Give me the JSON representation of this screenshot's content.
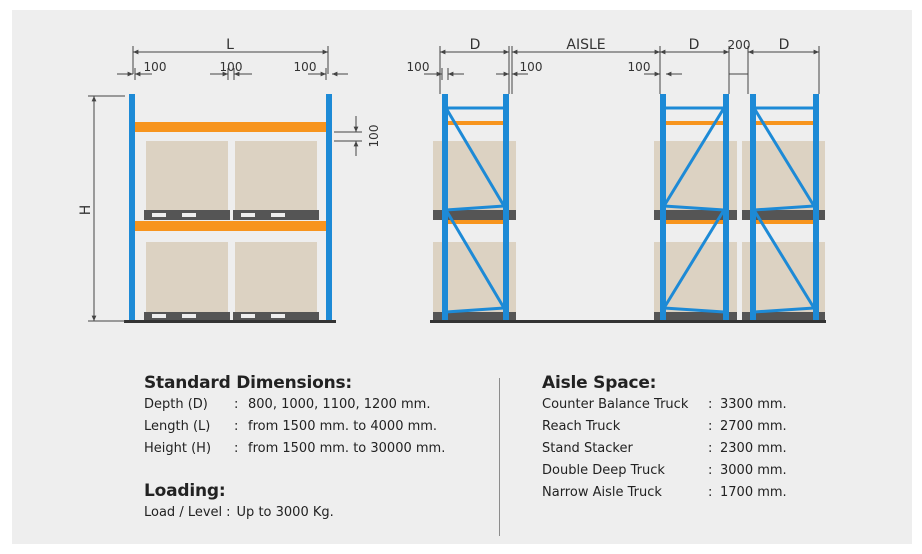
{
  "diagram": {
    "front_view": {
      "length_label": "L",
      "height_label": "H",
      "clearances": [
        "100",
        "100",
        "100"
      ],
      "beam_clearance": "100"
    },
    "side_view": {
      "depth_label_1": "D",
      "aisle_label": "AISLE",
      "depth_label_2": "D",
      "gap_label": "200",
      "depth_label_3": "D",
      "clearances": [
        "100",
        "100",
        "100"
      ]
    },
    "colors": {
      "upright": "#1d8ad6",
      "beam": "#f7941d",
      "carton": "#dcd2c2",
      "pallet": "#555555",
      "panel": "#eeeeee"
    }
  },
  "standard_dimensions": {
    "heading": "Standard Dimensions:",
    "rows": [
      {
        "label": "Depth (D)",
        "value": "800, 1000, 1100, 1200 mm."
      },
      {
        "label": "Length (L)",
        "value": "from 1500 mm. to 4000 mm."
      },
      {
        "label": "Height (H)",
        "value": "from 1500 mm. to 30000 mm."
      }
    ]
  },
  "loading": {
    "heading": "Loading:",
    "label": "Load / Level",
    "value": "Up to 3000 Kg."
  },
  "aisle_space": {
    "heading": "Aisle Space:",
    "rows": [
      {
        "label": "Counter Balance Truck",
        "value": "3300 mm."
      },
      {
        "label": "Reach Truck",
        "value": "2700 mm."
      },
      {
        "label": "Stand Stacker",
        "value": "2300 mm."
      },
      {
        "label": "Double Deep Truck",
        "value": "3000 mm."
      },
      {
        "label": "Narrow Aisle Truck",
        "value": "1700 mm."
      }
    ]
  },
  "separator": ":"
}
